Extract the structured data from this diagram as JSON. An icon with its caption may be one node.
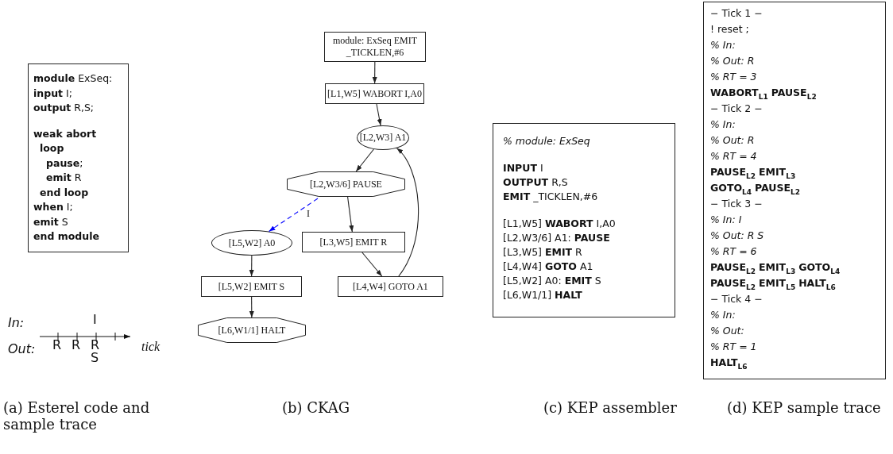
{
  "diagram": {
    "nodes": [
      {
        "text": [
          "**module** ExSeq:",
          "**input** I;",
          "**output** R,S;",
          "**weak abort**",
          "**loop**",
          "**pause**;",
          "**emit** R",
          "**end loop**",
          "**when** I;",
          "**emit** S",
          "**end module**"
        ]
      },
      {
        "text": [
          "*% module: ExSeq*",
          "**INPUT** I",
          "**OUTPUT** R,S",
          "**EMIT** _TICKLEN,#6",
          "[L1,W5] **WABORT** I,A0",
          "[L2,W3/6] A1: **PAUSE**",
          "[L3,W5] **EMIT** R",
          "[L4,W4] **GOTO** A1",
          "[L5,W2] A0: **EMIT** S",
          "[L6,W1/1] **HALT**"
        ]
      },
      {
        "text": [
          "− Tick 1 −",
          "! reset ;",
          "*% In:*",
          "*% Out: R*",
          "*% RT = 3*",
          "**WABORT**$_{L1}$ **PAUSE**$_{L2}$",
          "− Tick 2 −",
          "*% In:*",
          "*% Out: R*",
          "*% RT = 4*",
          "**PAUSE**$_{L2}$ **EMIT**$_{L3}$",
          "**GOTO**$_{L4}$ **PAUSE**$_{L2}$",
          "− Tick 3 −",
          "*% In: I*",
          "*% Out: R S*",
          "*% RT = 6*",
          "**PAUSE**$_{L2}$ **EMIT**$_{L3}$ **GOTO**$_{L4}$",
          "**PAUSE**$_{L2}$ **EMIT**$_{L5}$ **HALT**$_{L6}$",
          "− Tick 4 −",
          "*% In:*",
          "*% Out:*",
          "*% RT = 1*",
          "**HALT**$_{L6}$"
        ]
      },
      {
        "text": [
          "module: ExSeq EMIT _TICKLEN,#6"
        ]
      },
      {
        "text": [
          "[L1,W5] WABORT I,A0"
        ]
      },
      {
        "text": [
          "[L2,W3] A1"
        ]
      },
      {
        "text": [
          "[L2,W3/6] PAUSE"
        ]
      },
      {
        "text": [
          "[L5,W2] A0"
        ]
      },
      {
        "text": [
          "[L3,W5] EMIT R"
        ]
      },
      {
        "text": [
          "[L5,W2] EMIT S"
        ]
      },
      {
        "text": [
          "[L4,W4] GOTO A1"
        ]
      },
      {
        "text": [
          "[L6,W1/1] HALT"
        ]
      }
    ],
    "edges": [
      {
        "from": 3,
        "to": 4,
        "arrow": "to"
      },
      {
        "from": 4,
        "to": 5,
        "arrow": "to"
      },
      {
        "from": 5,
        "to": 6,
        "arrow": "to"
      },
      {
        "from": 6,
        "to": 7,
        "arrow": "to",
        "label": "I",
        "style": "dashed",
        "color": "#0000ff"
      },
      {
        "from": 6,
        "to": 8,
        "arrow": "to"
      },
      {
        "from": 8,
        "to": 10,
        "arrow": "to"
      },
      {
        "from": 10,
        "to": 5,
        "arrow": "to"
      },
      {
        "from": 7,
        "to": 9,
        "arrow": "to"
      },
      {
        "from": 9,
        "to": 11,
        "arrow": "to"
      }
    ],
    "labels": [
      "In:",
      "I",
      "R",
      "R",
      "R",
      "Out:",
      "tick",
      "S",
      "(a) Esterel code and sample trace",
      "(b) CKAG",
      "(c) KEP assembler",
      "(d) KEP sample trace"
    ]
  }
}
